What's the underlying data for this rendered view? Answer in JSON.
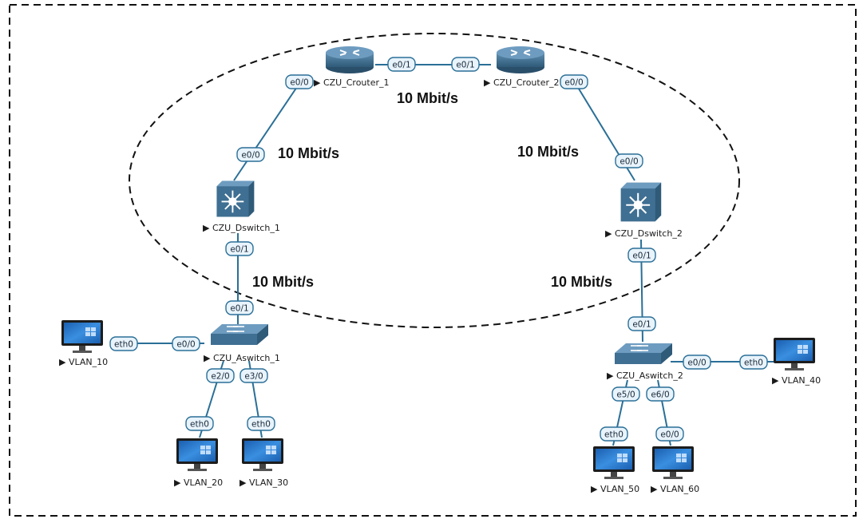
{
  "nodes": {
    "crouter1": {
      "label": "CZU_Crouter_1",
      "icon": "router-icon"
    },
    "crouter2": {
      "label": "CZU_Crouter_2",
      "icon": "router-icon"
    },
    "dswitch1": {
      "label": "CZU_Dswitch_1",
      "icon": "multilayer-switch-icon"
    },
    "dswitch2": {
      "label": "CZU_Dswitch_2",
      "icon": "multilayer-switch-icon"
    },
    "aswitch1": {
      "label": "CZU_Aswitch_1",
      "icon": "switch-icon"
    },
    "aswitch2": {
      "label": "CZU_Aswitch_2",
      "icon": "switch-icon"
    },
    "vlan10": {
      "label": "VLAN_10",
      "icon": "pc-icon"
    },
    "vlan20": {
      "label": "VLAN_20",
      "icon": "pc-icon"
    },
    "vlan30": {
      "label": "VLAN_30",
      "icon": "pc-icon"
    },
    "vlan40": {
      "label": "VLAN_40",
      "icon": "pc-icon"
    },
    "vlan50": {
      "label": "VLAN_50",
      "icon": "pc-icon"
    },
    "vlan60": {
      "label": "VLAN_60",
      "icon": "pc-icon"
    }
  },
  "ports": {
    "r1_r2": "e0/1",
    "r2_r1": "e0/1",
    "r1_d1": "e0/0",
    "d1_r1": "e0/0",
    "r2_d2": "e0/0",
    "d2_r2": "e0/0",
    "d1_a1": "e0/1",
    "a1_d1": "e0/1",
    "d2_a2": "e0/1",
    "a2_d2": "e0/1",
    "v10_a1": "eth0",
    "a1_v10": "e0/0",
    "a1_v20": "e2/0",
    "v20_a1": "eth0",
    "a1_v30": "e3/0",
    "v30_a1": "eth0",
    "a2_v40": "e0/0",
    "v40_a2": "eth0",
    "a2_v50": "e5/0",
    "v50_a2": "eth0",
    "a2_v60": "e6/0",
    "v60_a2": "e0/0"
  },
  "speeds": {
    "r1_r2": "10 Mbit/s",
    "r1_d1": "10 Mbit/s",
    "r2_d2": "10 Mbit/s",
    "d1_a1": "10 Mbit/s",
    "d2_a2": "10 Mbit/s"
  },
  "colors": {
    "link": "#2a6f97",
    "device": "#3a6a8c",
    "monitor_screen": "#2f7fd1"
  }
}
